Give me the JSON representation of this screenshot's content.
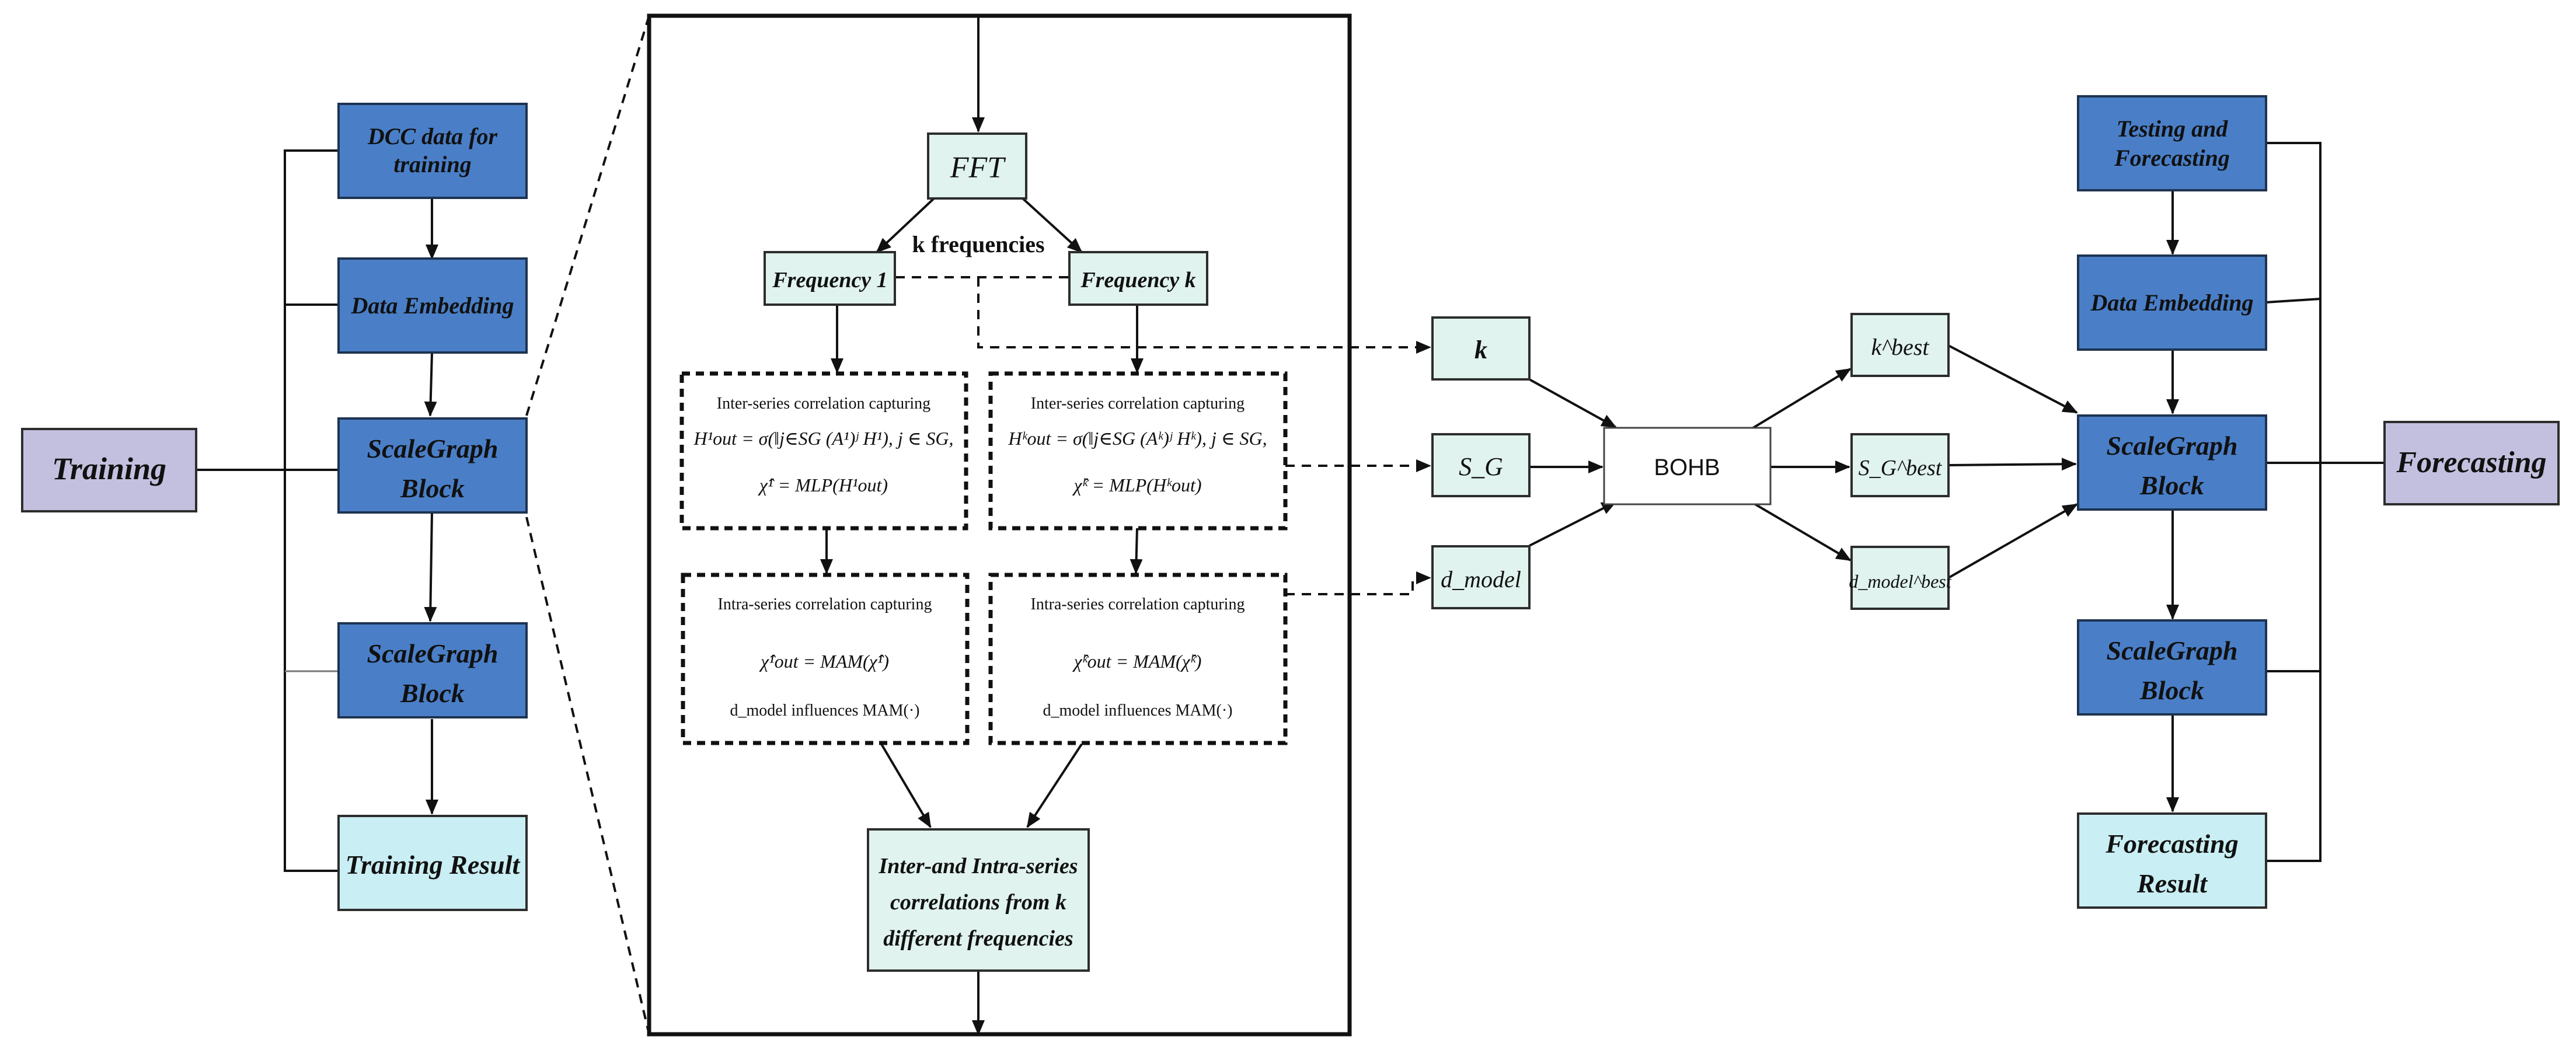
{
  "left_pipeline": {
    "training": "Training",
    "dcc_line1": "DCC data for",
    "dcc_line2": "training",
    "data_embedding": "Data Embedding",
    "scalegraph_1_line1": "ScaleGraph",
    "scalegraph_1_line2": "Block",
    "scalegraph_2_line1": "ScaleGraph",
    "scalegraph_2_line2": "Block",
    "training_result": "Training Result"
  },
  "center_panel": {
    "fft": "FFT",
    "k_frequencies": "k frequencies",
    "frequency_1": "Frequency 1",
    "frequency_k": "Frequency k",
    "inter_title": "Inter-series correlation capturing",
    "intra_title": "Intra-series correlation capturing",
    "inter_1_eq1": "H¹out = σ(‖j∈SG (A¹)ʲ H¹),   j ∈ SG,",
    "inter_1_eq2": "χ̂¹ = MLP(H¹out)",
    "inter_k_eq1": "Hᵏout = σ(‖j∈SG (Aᵏ)ʲ Hᵏ),   j ∈ SG,",
    "inter_k_eq2": "χ̂ᵏ = MLP(Hᵏout)",
    "intra_1_eq": "χ̂¹out = MAM(χ̂¹)",
    "intra_k_eq": "χ̂ᵏout = MAM(χ̂ᵏ)",
    "dmodel_note": "d_model influences MAM(·)",
    "output_line1": "Inter-and Intra-series",
    "output_line2": "correlations from k",
    "output_line3": "different frequencies"
  },
  "hyperparams": {
    "k": "k",
    "sg": "S_G",
    "dmodel": "d_model",
    "bohb": "BOHB",
    "k_best": "k^best",
    "sg_best": "S_G^best",
    "dmodel_best": "d_model^best"
  },
  "right_pipeline": {
    "testing_line1": "Testing and",
    "testing_line2": "Forecasting",
    "data_embedding": "Data Embedding",
    "scalegraph_1_line1": "ScaleGraph",
    "scalegraph_1_line2": "Block",
    "scalegraph_2_line1": "ScaleGraph",
    "scalegraph_2_line2": "Block",
    "result_line1": "Forecasting",
    "result_line2": "Result",
    "forecasting": "Forecasting"
  },
  "colors": {
    "block_blue": "#4a7fc8",
    "light_green": "#e0f3ee",
    "lavender": "#c3c0df",
    "result_cyan": "#c9eef3"
  }
}
